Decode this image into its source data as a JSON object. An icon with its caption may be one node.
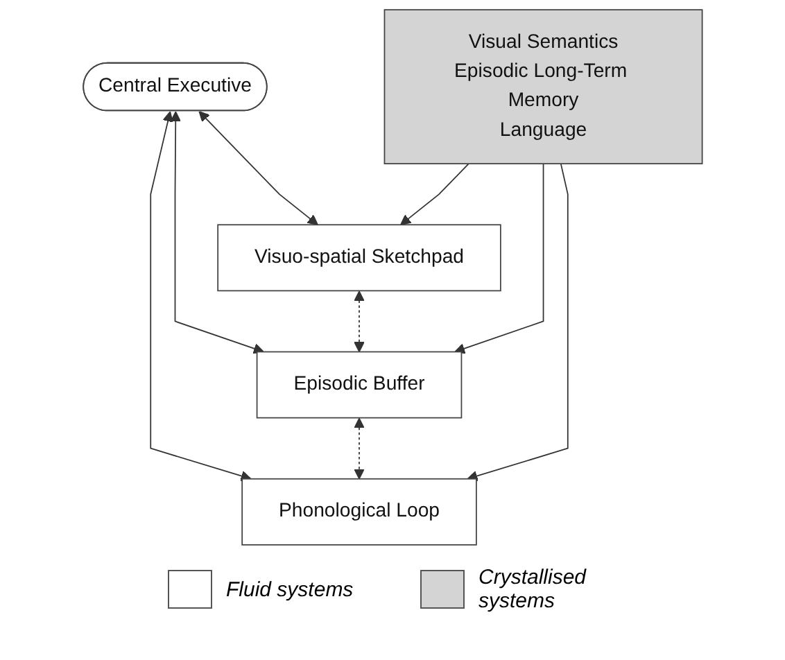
{
  "diagram": {
    "nodes": [
      {
        "text": [
          "Central Executive"
        ]
      },
      {
        "text": [
          "Visuo-spatial Sketchpad"
        ]
      },
      {
        "text": [
          "Episodic Buffer"
        ]
      },
      {
        "text": [
          "Phonological Loop"
        ]
      },
      {
        "text": [
          "Visual Semantics",
          "Episodic Long-Term Memory",
          "Language"
        ]
      }
    ],
    "edges": [
      {
        "from": 0,
        "to": 1,
        "arrow": "both"
      },
      {
        "from": 0,
        "to": 2,
        "arrow": "both"
      },
      {
        "from": 0,
        "to": 3,
        "arrow": "both"
      },
      {
        "from": 1,
        "to": 2,
        "arrow": "both",
        "style": "dashed"
      },
      {
        "from": 2,
        "to": 3,
        "arrow": "both",
        "style": "dashed"
      },
      {
        "from": 4,
        "to": 1,
        "arrow": "to"
      },
      {
        "from": 4,
        "to": 2,
        "arrow": "to"
      },
      {
        "from": 4,
        "to": 3,
        "arrow": "to"
      }
    ],
    "legend": [
      {
        "text": "Fluid systems",
        "color": "#ffffff"
      },
      {
        "text": "Crystallised systems",
        "color": "#d4d4d4"
      }
    ]
  }
}
